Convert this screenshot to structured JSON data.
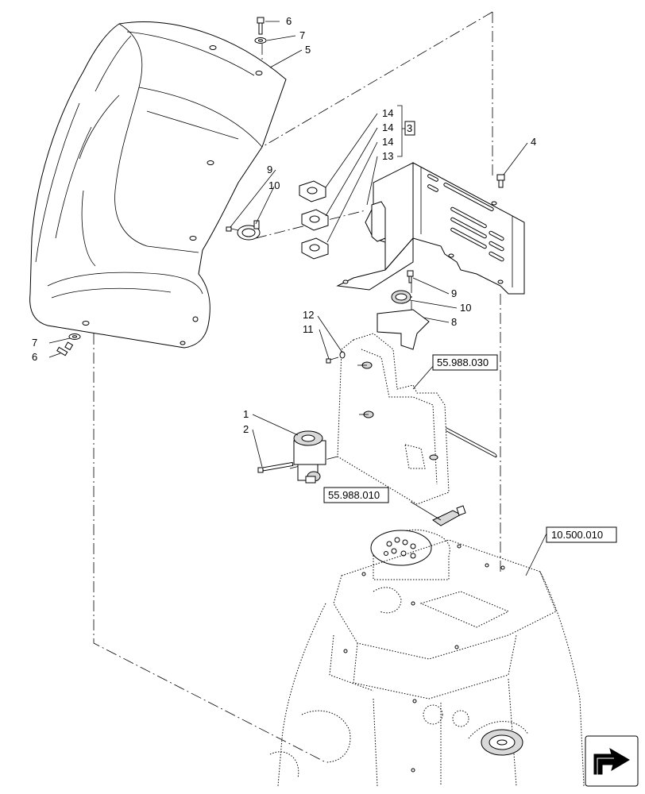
{
  "callouts": {
    "c6_top": "6",
    "c7_top": "7",
    "c5": "5",
    "c14_a": "14",
    "c14_b": "14",
    "c14_c": "14",
    "c13": "13",
    "c3": "3",
    "c4": "4",
    "c9_left": "9",
    "c10_left": "10",
    "c9_right": "9",
    "c10_right": "10",
    "c8": "8",
    "c12": "12",
    "c11": "11",
    "c7_bottom": "7",
    "c6_bottom": "6",
    "c1": "1",
    "c2": "2"
  },
  "references": {
    "ref_55_988_030": "55.988.030",
    "ref_55_988_010": "55.988.010",
    "ref_10_500_010": "10.500.010"
  },
  "icons": {
    "nav_arrow": "arrow-navigation-icon"
  }
}
